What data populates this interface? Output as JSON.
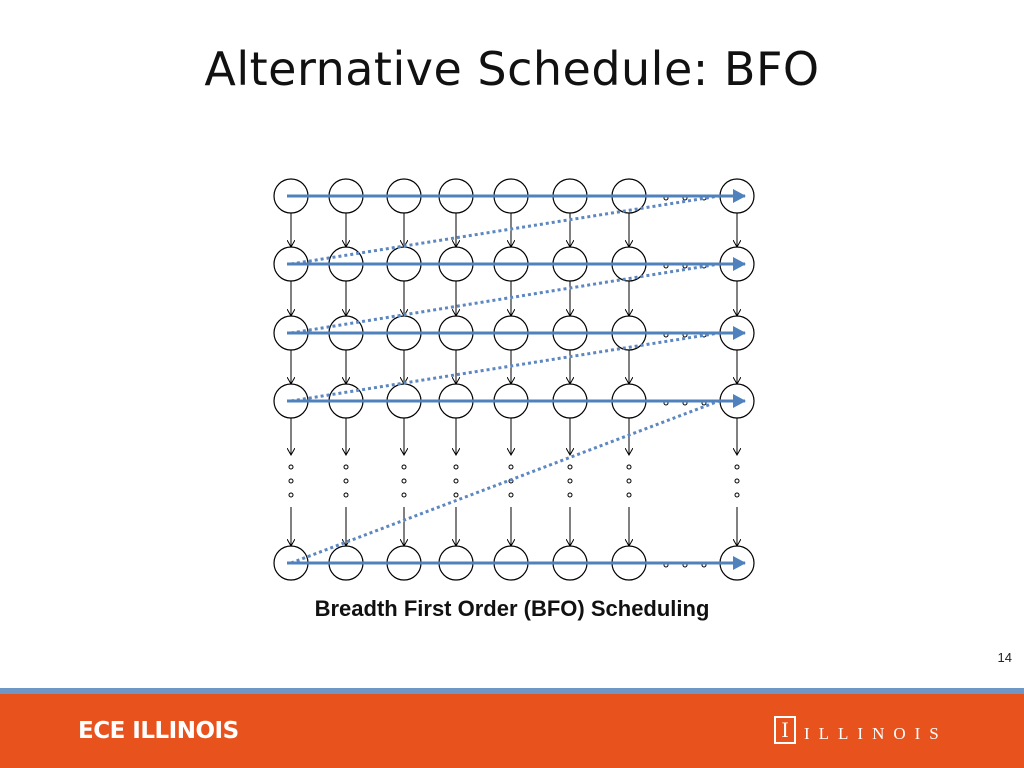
{
  "slide": {
    "title": "Alternative Schedule: BFO",
    "caption": "Breadth First Order (BFO) Scheduling",
    "page_number": "14"
  },
  "footer": {
    "left_text": "ECE ILLINOIS",
    "logo_letter": "I",
    "right_text": "ILLINOIS"
  },
  "colors": {
    "accent_orange": "#e8531d",
    "band_blue": "#6f97c6",
    "arrow_blue": "#4f81bd",
    "dotted_blue": "#5d87c0",
    "node_stroke": "#000000"
  },
  "diagram": {
    "columns": 8,
    "visible_rows": 5,
    "ellipsis_between_last_two_columns": true,
    "ellipsis_before_last_row": true,
    "order": "breadth-first",
    "icons": [
      "node-circle",
      "dependency-arrow",
      "schedule-arrow",
      "ellipsis-dots"
    ]
  }
}
